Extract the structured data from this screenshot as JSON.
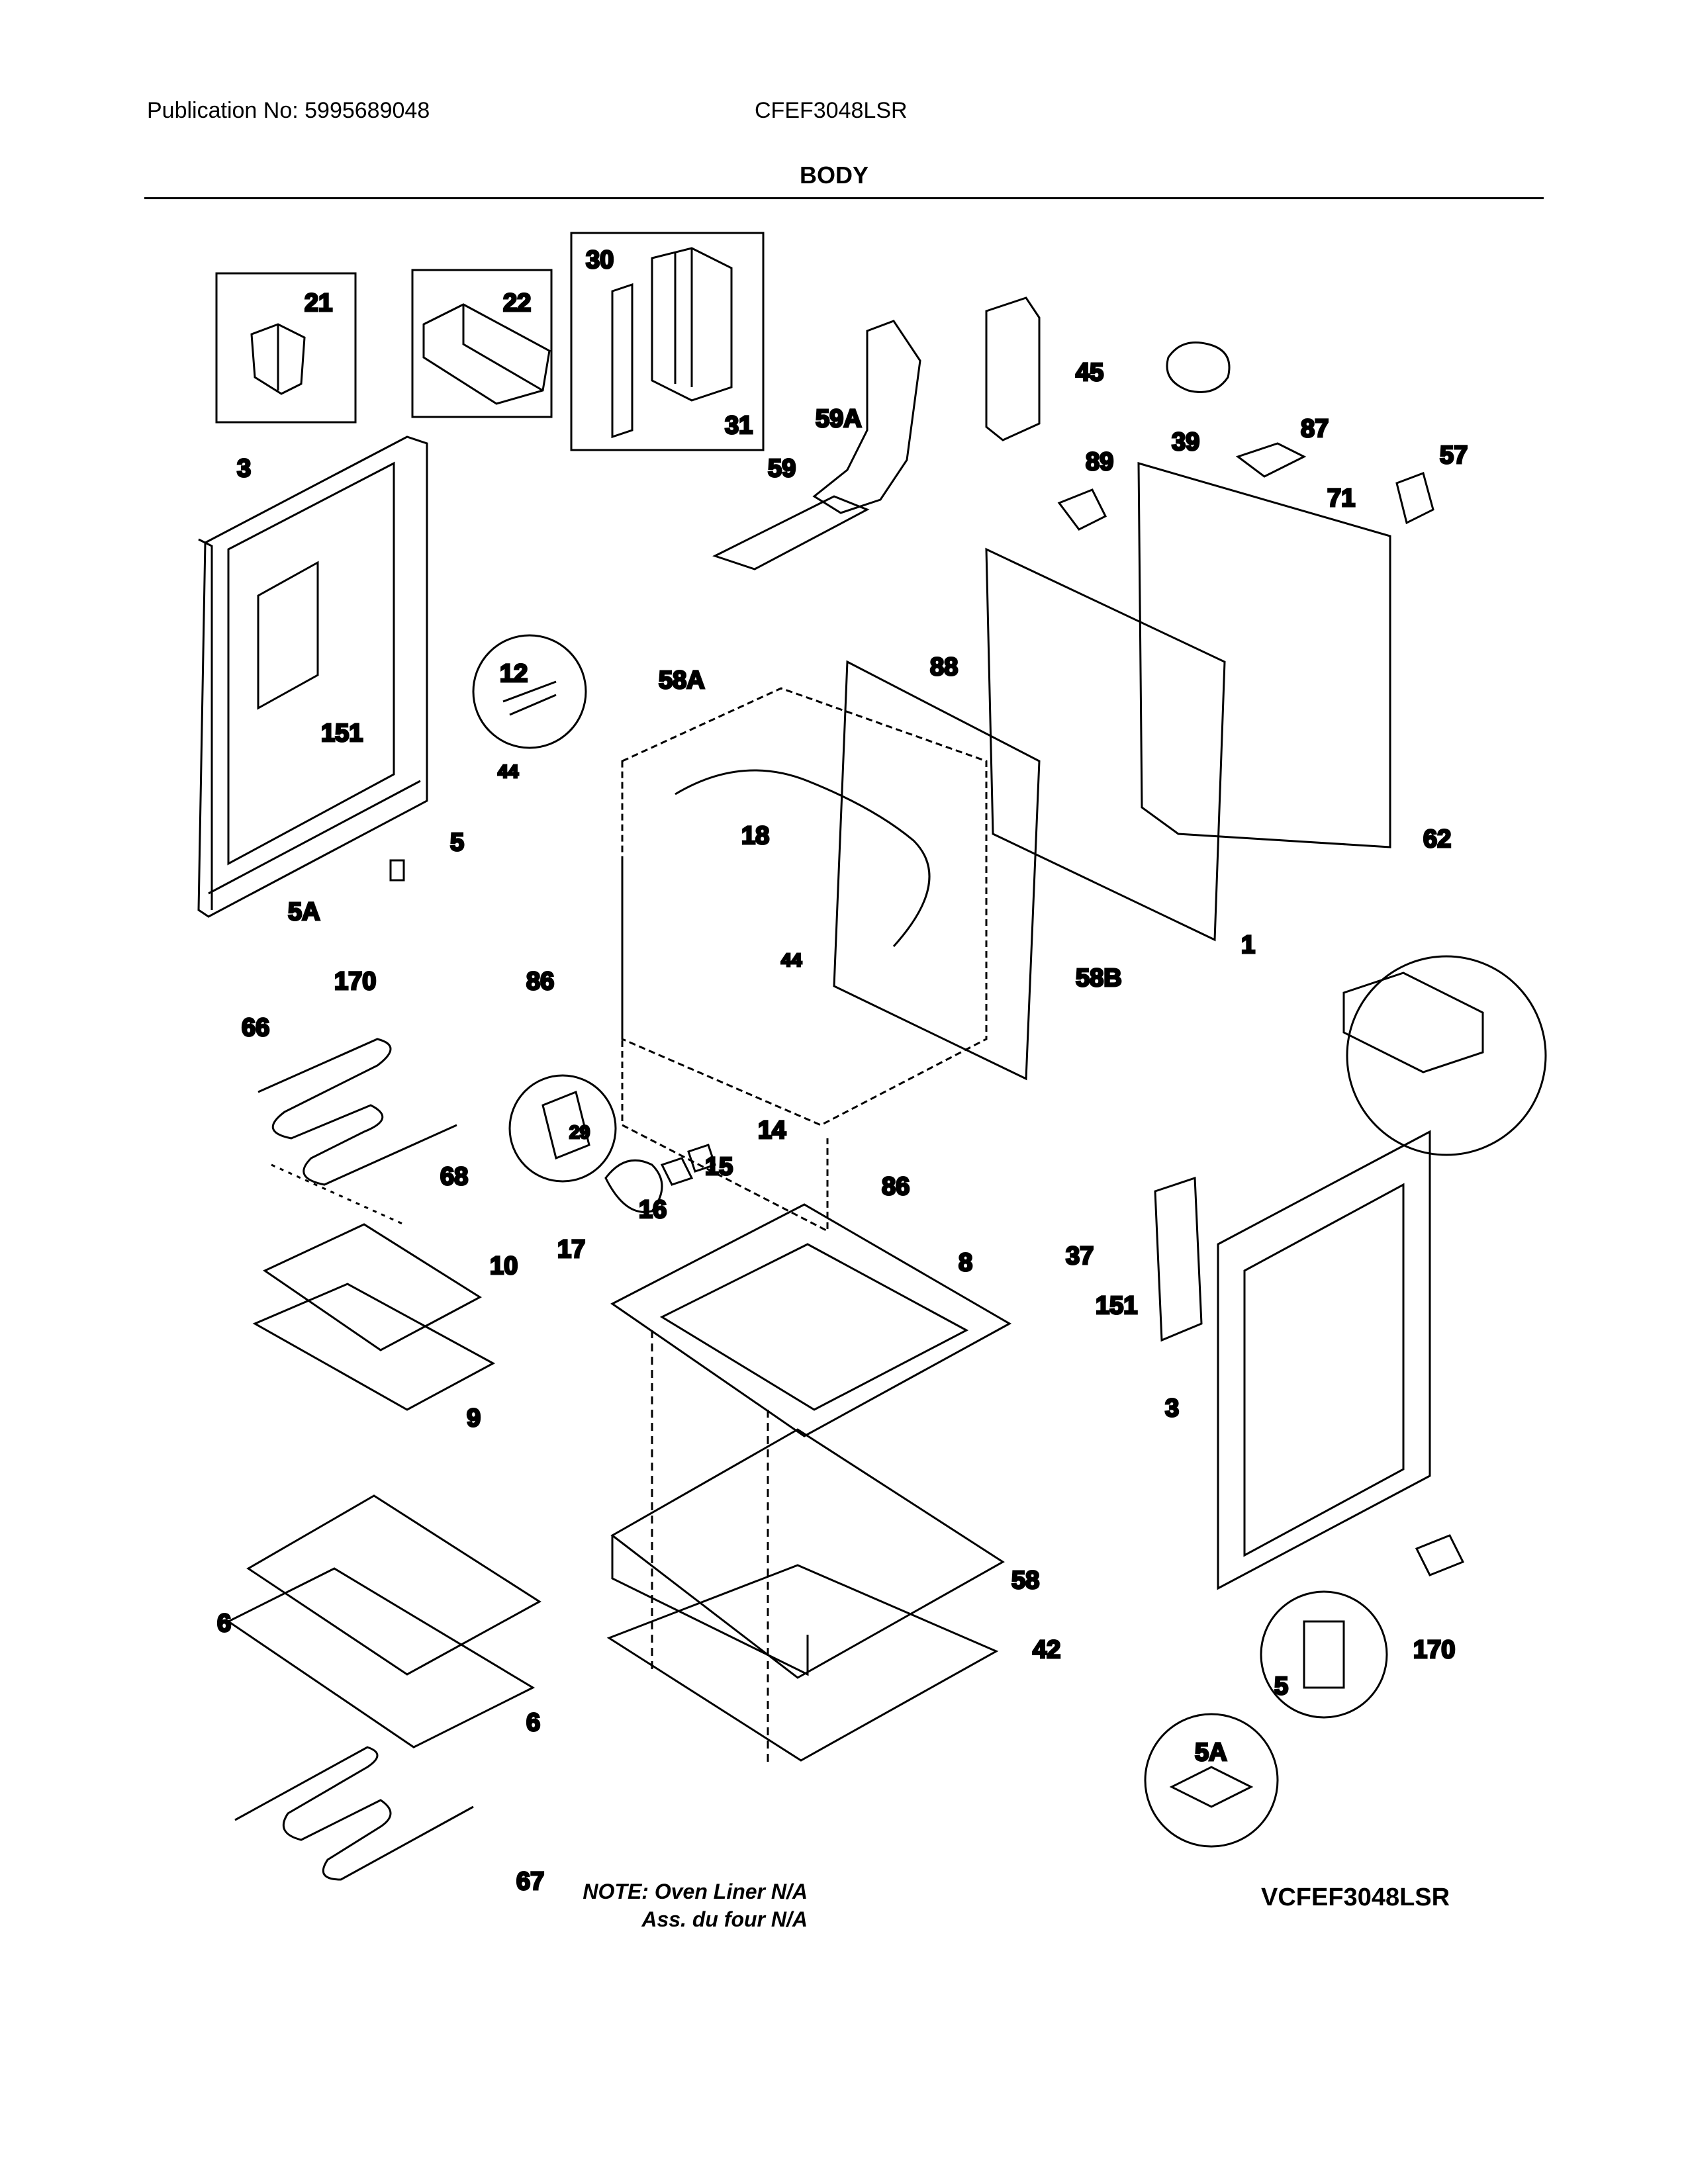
{
  "header": {
    "publication": "Publication No: 5995689048",
    "model": "CFEF3048LSR"
  },
  "section_title": "BODY",
  "parts": [
    {
      "id": "p21",
      "label": "21"
    },
    {
      "id": "p22",
      "label": "22"
    },
    {
      "id": "p30",
      "label": "30"
    },
    {
      "id": "p31",
      "label": "31"
    },
    {
      "id": "p3a",
      "label": "3"
    },
    {
      "id": "p151a",
      "label": "151"
    },
    {
      "id": "p59a",
      "label": "59A"
    },
    {
      "id": "p59",
      "label": "59"
    },
    {
      "id": "p45",
      "label": "45"
    },
    {
      "id": "p39",
      "label": "39"
    },
    {
      "id": "p87",
      "label": "87"
    },
    {
      "id": "p57",
      "label": "57"
    },
    {
      "id": "p89",
      "label": "89"
    },
    {
      "id": "p71",
      "label": "71"
    },
    {
      "id": "p12",
      "label": "12"
    },
    {
      "id": "p44a",
      "label": "44"
    },
    {
      "id": "p58a",
      "label": "58A"
    },
    {
      "id": "p88",
      "label": "88"
    },
    {
      "id": "p18",
      "label": "18"
    },
    {
      "id": "p5a",
      "label": "5"
    },
    {
      "id": "p5Aa",
      "label": "5A"
    },
    {
      "id": "p170a",
      "label": "170"
    },
    {
      "id": "p86a",
      "label": "86"
    },
    {
      "id": "p44b",
      "label": "44"
    },
    {
      "id": "p58b",
      "label": "58B"
    },
    {
      "id": "p1",
      "label": "1"
    },
    {
      "id": "p62",
      "label": "62"
    },
    {
      "id": "p66",
      "label": "66"
    },
    {
      "id": "p29",
      "label": "29"
    },
    {
      "id": "p14",
      "label": "14"
    },
    {
      "id": "p15",
      "label": "15"
    },
    {
      "id": "p16",
      "label": "16"
    },
    {
      "id": "p17",
      "label": "17"
    },
    {
      "id": "p68",
      "label": "68"
    },
    {
      "id": "p86b",
      "label": "86"
    },
    {
      "id": "p37",
      "label": "37"
    },
    {
      "id": "p10",
      "label": "10"
    },
    {
      "id": "p8",
      "label": "8"
    },
    {
      "id": "p151b",
      "label": "151"
    },
    {
      "id": "p9",
      "label": "9"
    },
    {
      "id": "p3b",
      "label": "3"
    },
    {
      "id": "p58",
      "label": "58"
    },
    {
      "id": "p6a",
      "label": "6"
    },
    {
      "id": "p42",
      "label": "42"
    },
    {
      "id": "p170b",
      "label": "170"
    },
    {
      "id": "p6b",
      "label": "6"
    },
    {
      "id": "p5b",
      "label": "5"
    },
    {
      "id": "p5Ab",
      "label": "5A"
    },
    {
      "id": "p67",
      "label": "67"
    }
  ],
  "note": {
    "line1": "NOTE: Oven Liner N/A",
    "line2": "Ass. du four N/A"
  },
  "diagram_model": "VCFEF3048LSR"
}
